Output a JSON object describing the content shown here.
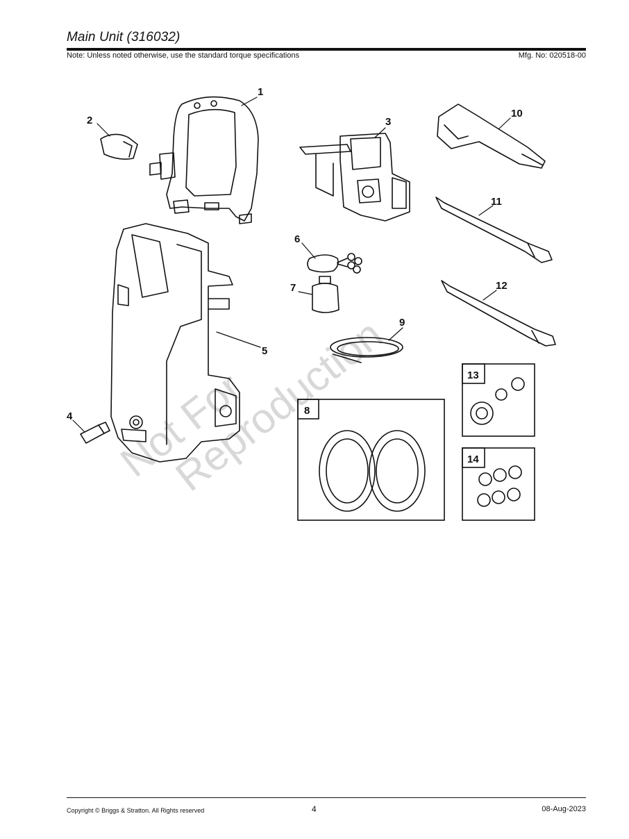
{
  "header": {
    "title": "Main Unit (316032)",
    "note": "Note: Unless noted otherwise, use the standard torque specifications",
    "mfg": "Mfg. No: 020518-00"
  },
  "watermark": {
    "line1": "Not For",
    "line2": "Reproduction"
  },
  "callouts": {
    "c1": "1",
    "c2": "2",
    "c3": "3",
    "c4": "4",
    "c5": "5",
    "c6": "6",
    "c7": "7",
    "c8": "8",
    "c9": "9",
    "c10": "10",
    "c11": "11",
    "c12": "12",
    "c13": "13",
    "c14": "14"
  },
  "footer": {
    "copyright": "Copyright ©  Briggs & Stratton. All Rights reserved",
    "page": "4",
    "date": "08-Aug-2023"
  }
}
